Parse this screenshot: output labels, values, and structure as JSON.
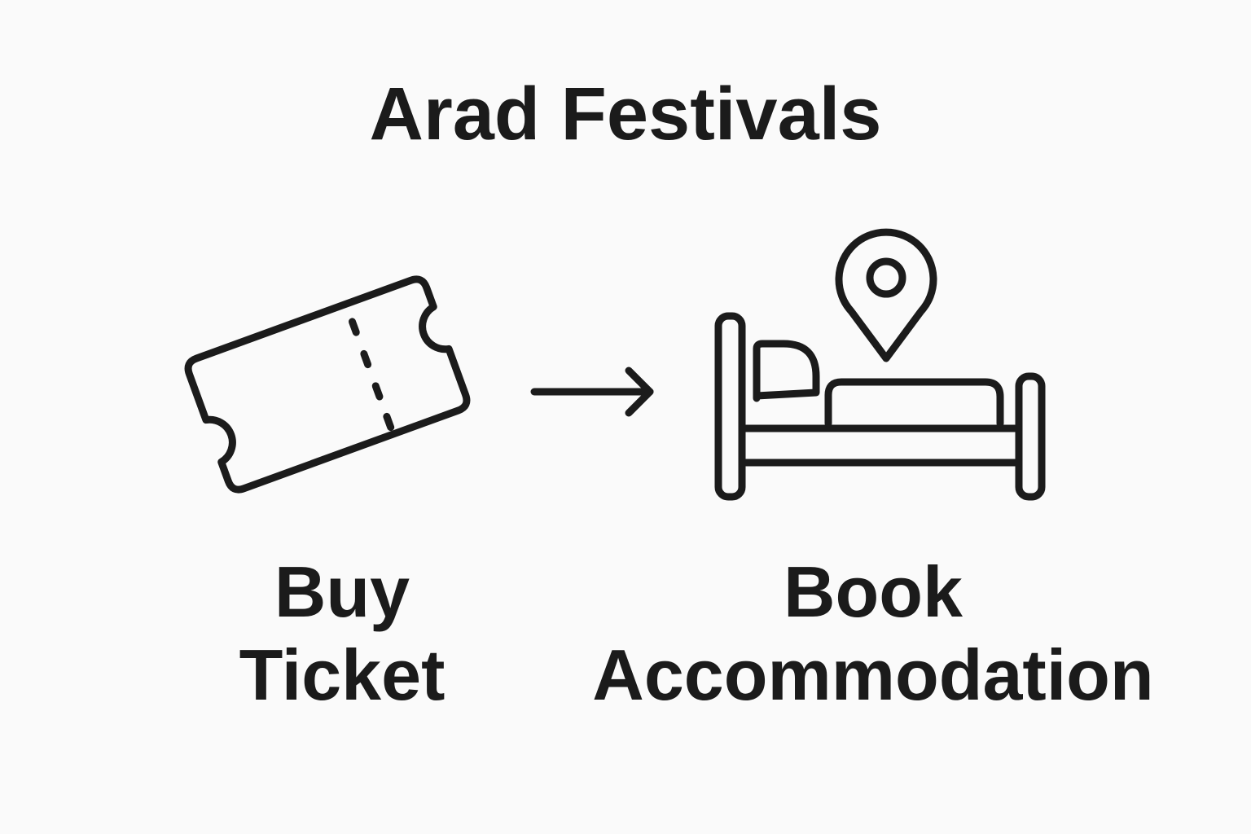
{
  "title": "Arad Festivals",
  "steps": [
    {
      "icon": "ticket-icon",
      "line1": "Buy",
      "line2": "Ticket"
    },
    {
      "icon": "bed-with-location-pin-icon",
      "line1": "Book",
      "line2": "Accommodation"
    }
  ],
  "connector": "arrow-right-icon",
  "colors": {
    "background": "#fafafa",
    "ink": "#1b1b1b"
  }
}
